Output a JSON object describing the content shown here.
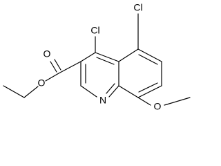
{
  "molecule": {
    "atoms": {
      "cl4": "Cl",
      "cl5": "Cl",
      "o_carbonyl": "O",
      "o_ester": "O",
      "n_ring": "N",
      "o_methoxy": "O"
    }
  }
}
